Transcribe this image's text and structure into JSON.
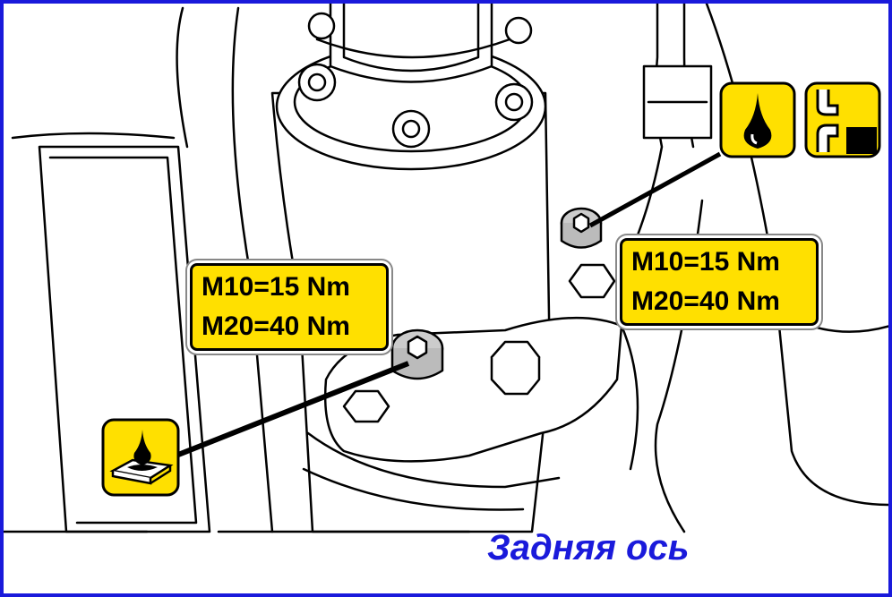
{
  "callouts": {
    "left": {
      "line1": "M10=15 Nm",
      "line2": "M20=40 Nm"
    },
    "right": {
      "line1": "M10=15 Nm",
      "line2": "M20=40 Nm"
    }
  },
  "symbols": {
    "oil": "oil-drop-icon",
    "fill_level": "fill-level-icon",
    "sealant": "sealant-icon"
  },
  "caption": "Задняя ось",
  "colors": {
    "frame": "#1a1adb",
    "label_bg": "#ffe000",
    "caption": "#1a1adb"
  }
}
